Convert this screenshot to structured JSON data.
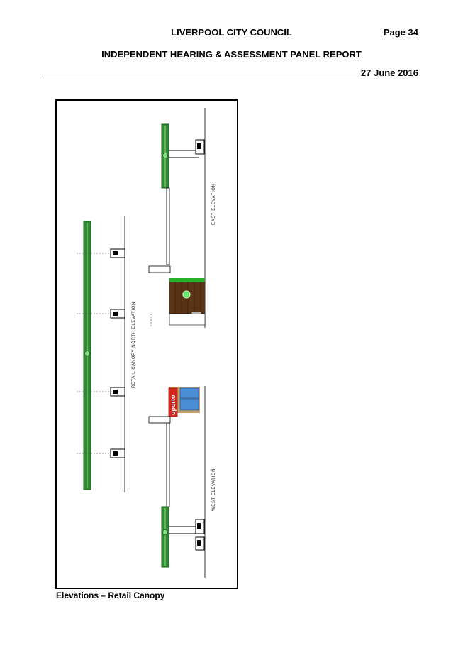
{
  "header": {
    "council": "LIVERPOOL CITY COUNCIL",
    "page": "Page 34",
    "report": "INDEPENDENT HEARING & ASSESSMENT PANEL REPORT",
    "date": "27 June 2016"
  },
  "drawing": {
    "north_label": "RETAIL CANOPY NORTH ELEVATION",
    "east_label": "EAST ELEVATION",
    "west_label": "WEST ELEVATION",
    "brand_sign": "oporto",
    "colors": {
      "canopy_green": "#2e8b2e",
      "canopy_dark": "#1f5c1f",
      "timber": "#5b3416",
      "sign_red": "#d4261c",
      "glass_blue": "#4a8fd6"
    }
  },
  "caption": "Elevations – Retail Canopy"
}
